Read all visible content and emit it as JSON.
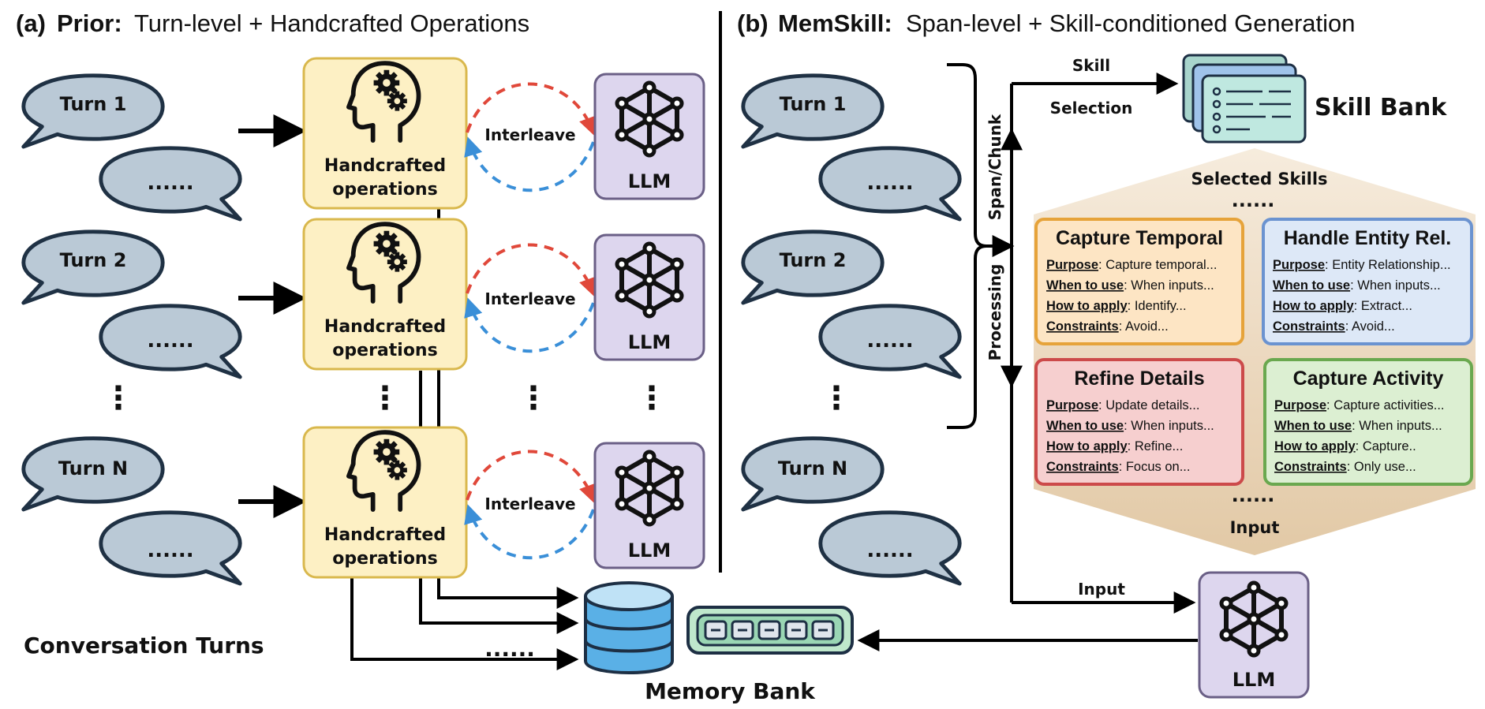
{
  "panel_a": {
    "label": "(a)",
    "name": "Prior:",
    "subtitle": "Turn-level + Handcrafted Operations",
    "turns": [
      {
        "label": "Turn 1",
        "filler": "......"
      },
      {
        "label": "Turn 2",
        "filler": "......"
      },
      {
        "label": "Turn N",
        "filler": "......"
      }
    ],
    "vdots": "⋮",
    "ops_line1": "Handcrafted",
    "ops_line2": "operations",
    "interleave": "Interleave",
    "llm": "LLM",
    "conversation_turns": "Conversation Turns",
    "more_arrows": "......"
  },
  "panel_b": {
    "label": "(b)",
    "name": "MemSkill:",
    "subtitle": "Span-level + Skill-conditioned Generation",
    "turns": [
      {
        "label": "Turn 1",
        "filler": "......"
      },
      {
        "label": "Turn 2",
        "filler": "......"
      },
      {
        "label": "Turn N",
        "filler": "......"
      }
    ],
    "vdots": "⋮",
    "span_chunk": "Span/Chunk",
    "processing": "Processing",
    "skill_word": "Skill",
    "selection_word": "Selection",
    "skill_bank": "Skill Bank",
    "selected_skills": "Selected Skills",
    "dots_top": "......",
    "dots_bottom": "......",
    "input_label": "Input",
    "input_arrow_label": "Input",
    "llm": "LLM",
    "skills": [
      {
        "title": "Capture Temporal",
        "purpose_k": "Purpose",
        "purpose_v": ": Capture temporal...",
        "when_k": "When to use",
        "when_v": ": When inputs...",
        "how_k": "How to apply",
        "how_v": ": Identify...",
        "cons_k": "Constraints",
        "cons_v": ": Avoid..."
      },
      {
        "title": "Handle Entity Rel.",
        "purpose_k": "Purpose",
        "purpose_v": ": Entity Relationship...",
        "when_k": "When to use",
        "when_v": ": When inputs...",
        "how_k": "How to apply",
        "how_v": ": Extract...",
        "cons_k": "Constraints",
        "cons_v": ": Avoid..."
      },
      {
        "title": "Refine Details",
        "purpose_k": "Purpose",
        "purpose_v": ": Update details...",
        "when_k": "When to use",
        "when_v": ": When inputs...",
        "how_k": "How to apply",
        "how_v": ": Refine...",
        "cons_k": "Constraints",
        "cons_v": ": Focus on..."
      },
      {
        "title": "Capture Activity",
        "purpose_k": "Purpose",
        "purpose_v": ": Capture activities...",
        "when_k": "When to use",
        "when_v": ": When inputs...",
        "how_k": "How to apply",
        "how_v": ": Capture..",
        "cons_k": "Constraints",
        "cons_v": ": Only use..."
      }
    ]
  },
  "memory_bank": "Memory Bank",
  "colors": {
    "bubble_fill": "#bac9d6",
    "bubble_stroke": "#1f3144",
    "ops_fill": "#fdf0c4",
    "ops_stroke": "#d9b84d",
    "llm_fill": "#ddd6ee",
    "llm_stroke": "#6a5f86",
    "red_dash": "#e0483a",
    "blue_dash": "#3a8fd8",
    "skill_orange": "#e6a33a",
    "skill_blue": "#6b93d0",
    "skill_red": "#cc4a4a",
    "skill_green": "#6aa84f",
    "db_blue": "#5ab0e6",
    "bank_green": "#9ad6b4"
  },
  "icons": [
    "speech-bubble-icon",
    "head-gears-icon",
    "neural-network-icon",
    "database-icon",
    "card-stack-icon",
    "arrow-icon"
  ]
}
